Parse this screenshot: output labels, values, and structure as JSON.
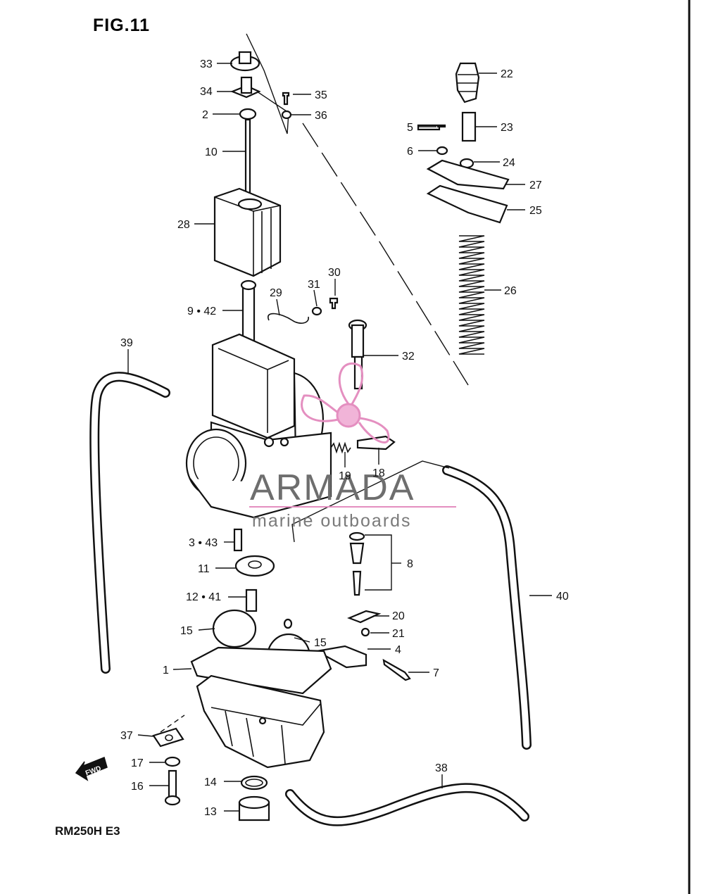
{
  "figure": {
    "title": "FIG.11",
    "model_code": "RM250H  E3",
    "fwd_label": "FWD"
  },
  "watermark": {
    "brand": "ARMADA",
    "tagline": "marine outboards",
    "logo_color": "#e48fc0"
  },
  "callouts": [
    {
      "id": "c33",
      "label": "33"
    },
    {
      "id": "c34",
      "label": "34"
    },
    {
      "id": "c35",
      "label": "35"
    },
    {
      "id": "c2",
      "label": "2"
    },
    {
      "id": "c36",
      "label": "36"
    },
    {
      "id": "c10",
      "label": "10"
    },
    {
      "id": "c28",
      "label": "28"
    },
    {
      "id": "c29",
      "label": "29"
    },
    {
      "id": "c31",
      "label": "31"
    },
    {
      "id": "c30",
      "label": "30"
    },
    {
      "id": "c9-42",
      "label": "9 • 42"
    },
    {
      "id": "c39",
      "label": "39"
    },
    {
      "id": "c32",
      "label": "32"
    },
    {
      "id": "c22",
      "label": "22"
    },
    {
      "id": "c5",
      "label": "5"
    },
    {
      "id": "c23",
      "label": "23"
    },
    {
      "id": "c6",
      "label": "6"
    },
    {
      "id": "c24",
      "label": "24"
    },
    {
      "id": "c27",
      "label": "27"
    },
    {
      "id": "c25",
      "label": "25"
    },
    {
      "id": "c26",
      "label": "26"
    },
    {
      "id": "c19",
      "label": "19"
    },
    {
      "id": "c18",
      "label": "18"
    },
    {
      "id": "c3-43",
      "label": "3 • 43"
    },
    {
      "id": "c11",
      "label": "11"
    },
    {
      "id": "c8",
      "label": "8"
    },
    {
      "id": "c12-41",
      "label": "12 • 41"
    },
    {
      "id": "c20",
      "label": "20"
    },
    {
      "id": "c21",
      "label": "21"
    },
    {
      "id": "c15a",
      "label": "15"
    },
    {
      "id": "c15b",
      "label": "15"
    },
    {
      "id": "c4",
      "label": "4"
    },
    {
      "id": "c40",
      "label": "40"
    },
    {
      "id": "c1",
      "label": "1"
    },
    {
      "id": "c7",
      "label": "7"
    },
    {
      "id": "c37",
      "label": "37"
    },
    {
      "id": "c38",
      "label": "38"
    },
    {
      "id": "c17",
      "label": "17"
    },
    {
      "id": "c16",
      "label": "16"
    },
    {
      "id": "c14",
      "label": "14"
    },
    {
      "id": "c13",
      "label": "13"
    }
  ]
}
